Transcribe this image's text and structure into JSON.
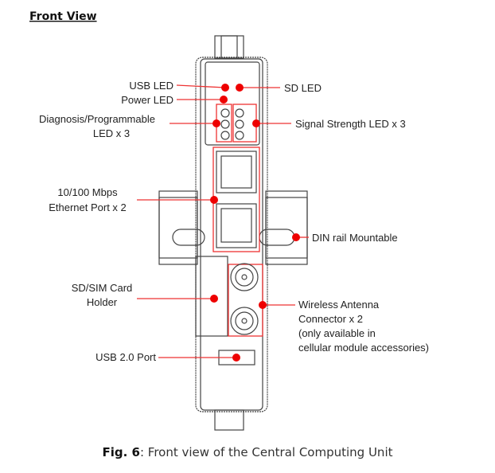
{
  "title": "Front View",
  "labels": {
    "usb_led": "USB LED",
    "power_led": "Power LED",
    "diag_1": "Diagnosis/Programmable",
    "diag_2": "LED x 3",
    "sd_led": "SD LED",
    "signal": "Signal Strength LED x 3",
    "eth_1": "10/100 Mbps",
    "eth_2": "Ethernet Port x 2",
    "din": "DIN rail Mountable",
    "sim_1": "SD/SIM Card",
    "sim_2": "Holder",
    "ant_1": "Wireless Antenna",
    "ant_2": "Connector  x 2",
    "ant_3": "(only available in",
    "ant_4": "cellular module accessories)",
    "usb_port": "USB 2.0 Port"
  },
  "caption": {
    "bold": "Fig. 6",
    "rest": ": Front view of the Central Computing Unit"
  },
  "colors": {
    "callout": "#e00000",
    "outline": "#444444"
  }
}
